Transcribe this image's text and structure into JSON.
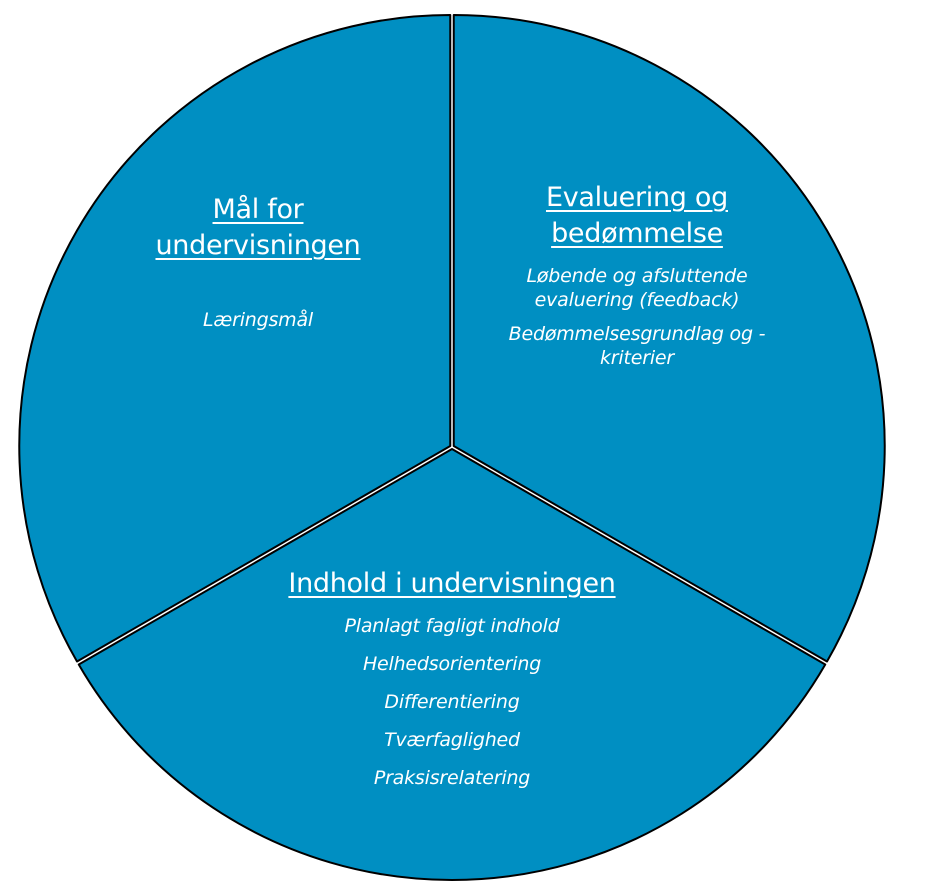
{
  "diagram": {
    "type": "pie-segments",
    "colors": {
      "fill": "#008fc2",
      "outline": "#000000",
      "divider": "#ffffff",
      "text": "#ffffff"
    },
    "segments": [
      {
        "id": "maal",
        "title_lines": [
          "Mål for",
          "undervisningen"
        ],
        "items": [
          "Læringsmål"
        ]
      },
      {
        "id": "evaluering",
        "title_lines": [
          "Evaluering og",
          "bedømmelse"
        ],
        "items": [
          "Løbende og afsluttende evaluering (feedback)",
          "Bedømmelsesgrundlag og - kriterier"
        ]
      },
      {
        "id": "indhold",
        "title_lines": [
          "Indhold i undervisningen"
        ],
        "items": [
          "Planlagt fagligt indhold",
          "Helhedsorientering",
          "Differentiering",
          "Tværfaglighed",
          "Praksisrelatering"
        ]
      }
    ]
  }
}
